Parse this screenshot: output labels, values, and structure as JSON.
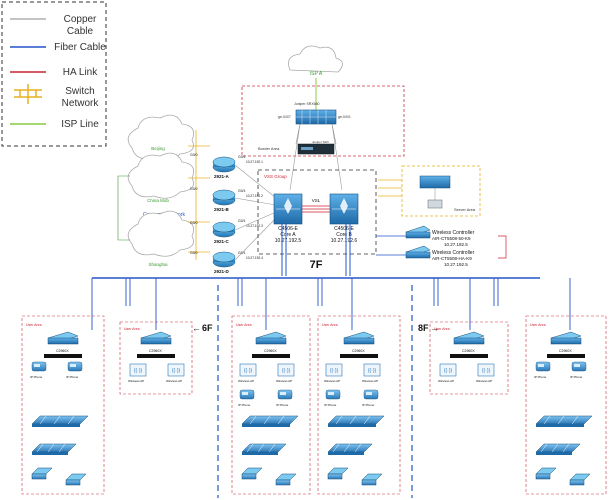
{
  "legend": {
    "items": [
      {
        "label_line1": "Copper",
        "label_line2": "Cable",
        "color": "#b0b0b0",
        "kind": "line"
      },
      {
        "label_line1": "Fiber Cable",
        "label_line2": "",
        "color": "#2255cc",
        "kind": "line"
      },
      {
        "label_line1": "HA Link",
        "label_line2": "",
        "color": "#cc2233",
        "kind": "line"
      },
      {
        "label_line1": "Switch",
        "label_line2": "Network",
        "color": "#e8b020",
        "kind": "bus"
      },
      {
        "label_line1": "ISP Line",
        "label_line2": "",
        "color": "#88cc44",
        "kind": "line"
      }
    ]
  },
  "clouds": {
    "isp": "ISP A",
    "beijing": "Beijing",
    "china_mob": "China Mob",
    "corporate": "Corporate Network",
    "shanghai": "Shanghai"
  },
  "border_area": {
    "title": "Border Area",
    "firewall": "Juniper SRX650",
    "port_left": "ge-0/0/7",
    "port_right": "ge-0/0/1",
    "port_top": "ge-0/0/0",
    "label_small": "Juniper SRX"
  },
  "routers": [
    {
      "name": "2921-A",
      "ports": [
        "G0/0",
        "G0/1"
      ],
      "ip": "10.27.192.1"
    },
    {
      "name": "2921-B",
      "ports": [
        "G0/0",
        "G0/1"
      ],
      "ip": "10.27.192.2"
    },
    {
      "name": "2921-C",
      "ports": [
        "G0/0",
        "G0/1"
      ],
      "ip": "10.27.192.3"
    },
    {
      "name": "2921-D",
      "ports": [
        "G0/0",
        "G0/1"
      ],
      "ip": "10.27.192.4"
    }
  ],
  "vss": {
    "title": "VSS Group",
    "link": "VSL",
    "core_a": {
      "model": "C4506-E",
      "role": "Core A",
      "ip": "10.27.192.5"
    },
    "core_b": {
      "model": "C4506-E",
      "role": "Core B",
      "ip": "10.27.192.6"
    }
  },
  "server_area": {
    "title": "Server Area"
  },
  "wlc": [
    {
      "title": "Wireless Controller",
      "model": "AIR-CT5508-50-K9",
      "ip": "10.27.192.5"
    },
    {
      "title": "Wireless Controller",
      "model": "AIR-CT5508-HA-K9",
      "ip": "10.27.192.5"
    }
  ],
  "floors": {
    "f7": "7F",
    "f6": "6F",
    "f8": "8F"
  },
  "access": {
    "switch_model": "C2960X",
    "area_label": "User Area",
    "wifi_label": "Wireless AP",
    "phone_label": "IP Phone"
  }
}
